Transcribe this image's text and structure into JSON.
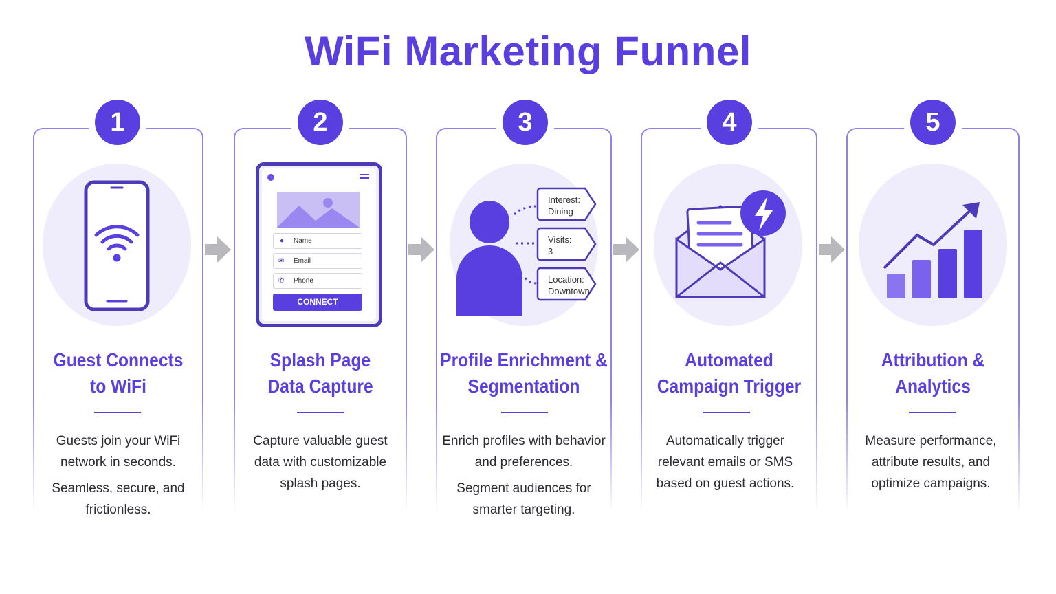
{
  "title": "WiFi Marketing Funnel",
  "colors": {
    "accent": "#5a3fe0",
    "light": "#efecfb",
    "arrow": "#b9b9bd"
  },
  "steps": [
    {
      "number": "1",
      "title_1": "Guest Connects",
      "title_2": "to WiFi",
      "desc": [
        "Guests join your WiFi network in seconds.",
        "Seamless, secure, and frictionless."
      ],
      "icon": "smartphone-wifi-icon"
    },
    {
      "number": "2",
      "title_1": "Splash Page",
      "title_2": "Data Capture",
      "desc": [
        "Capture valuable guest data with customizable splash pages."
      ],
      "icon": "splash-page-form-icon",
      "form": {
        "name": "Name",
        "email": "Email",
        "phone": "Phone",
        "button": "CONNECT"
      }
    },
    {
      "number": "3",
      "title_1": "Profile Enrichment &",
      "title_2": "Segmentation",
      "desc": [
        "Enrich profiles with behavior and preferences.",
        "Segment audiences for smarter targeting."
      ],
      "icon": "user-profile-icon",
      "tags": [
        {
          "label": "Interest:",
          "value": "Dining"
        },
        {
          "label": "Visits:",
          "value": "3"
        },
        {
          "label": "Location:",
          "value": "Downtown"
        }
      ]
    },
    {
      "number": "4",
      "title_1": "Automated",
      "title_2": "Campaign Trigger",
      "desc": [
        "Automatically trigger relevant emails or SMS based on guest actions."
      ],
      "icon": "envelope-lightning-icon"
    },
    {
      "number": "5",
      "title_1": "Attribution &",
      "title_2": "Analytics",
      "desc": [
        "Measure performance, attribute results, and optimize campaigns."
      ],
      "icon": "bar-chart-growth-icon"
    }
  ]
}
